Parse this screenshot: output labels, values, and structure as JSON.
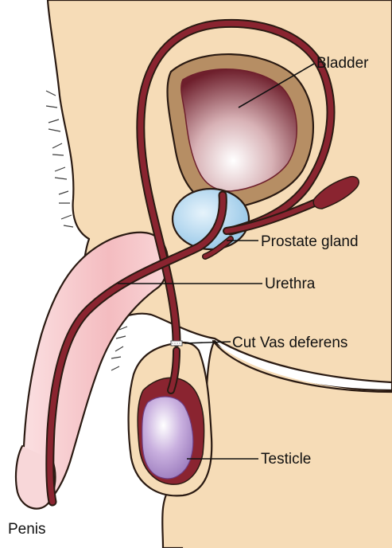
{
  "labels": {
    "bladder": "Bladder",
    "prostate": "Prostate gland",
    "urethra": "Urethra",
    "vas": "Cut Vas deferens",
    "testicle": "Testicle",
    "penis": "Penis"
  },
  "colors": {
    "skin": "#f6dcb7",
    "bladder_wall": "#b68e64",
    "bladder_inner": "#7a2a36",
    "duct": "#8a2430",
    "prostate": "#a7d0ec",
    "testicle": "#b79ad2",
    "penis_shaft": "#f6c5c7",
    "hair": "#3c3c3c"
  }
}
